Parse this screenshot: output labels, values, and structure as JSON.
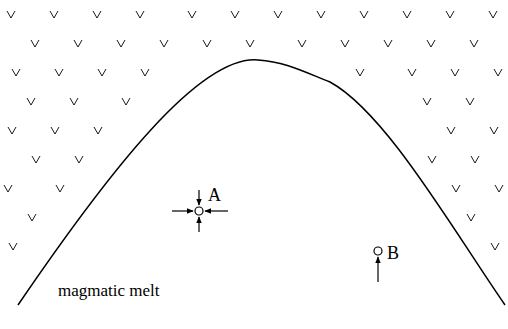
{
  "diagram": {
    "labels": [
      "A",
      "B",
      "magmatic melt"
    ]
  }
}
